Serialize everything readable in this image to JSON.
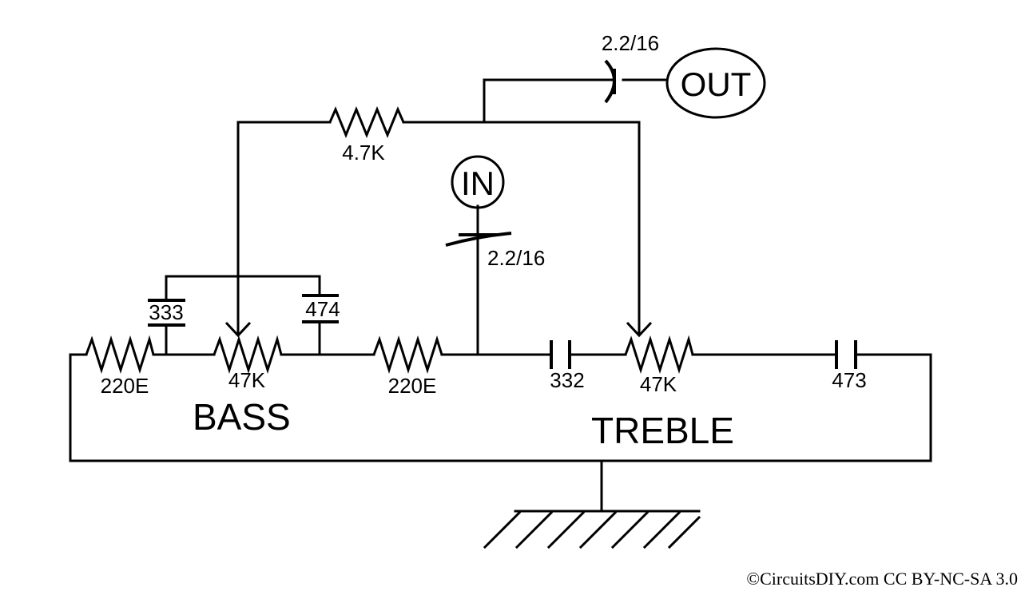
{
  "terminals": {
    "input": "IN",
    "output": "OUT"
  },
  "sections": {
    "bass": "BASS",
    "treble": "TREBLE"
  },
  "components": {
    "feedback_resistor": "4.7K",
    "output_capacitor": "2.2/16",
    "input_capacitor": "2.2/16",
    "bass_cap_left": "333",
    "bass_cap_right": "474",
    "bass_resistor_left": "220E",
    "bass_pot": "47K",
    "mid_resistor": "220E",
    "treble_cap_left": "332",
    "treble_pot": "47K",
    "treble_cap_right": "473"
  },
  "credit": "©CircuitsDIY.com CC BY-NC-SA 3.0"
}
